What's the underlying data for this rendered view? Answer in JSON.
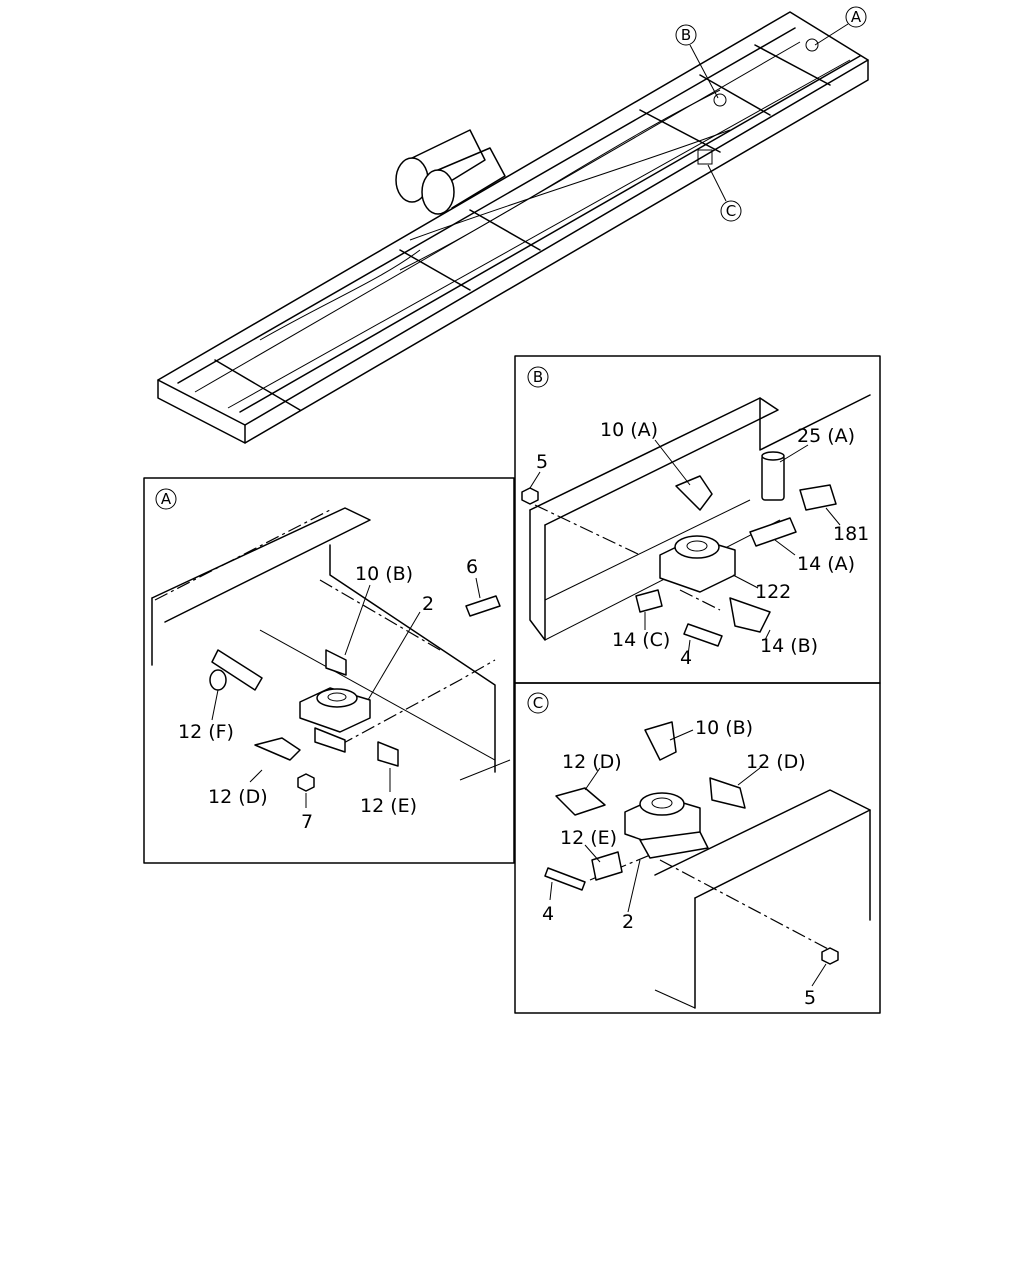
{
  "callouts": {
    "a": "A",
    "b": "B",
    "c": "C"
  },
  "panel_a": {
    "tag": "A",
    "labels": {
      "l1": "10 (B)",
      "l2": "2",
      "l3": "6",
      "l4": "12 (F)",
      "l5": "12 (D)",
      "l6": "7",
      "l7": "12 (E)"
    }
  },
  "panel_b": {
    "tag": "B",
    "labels": {
      "l1": "10 (A)",
      "l2": "25 (A)",
      "l3": "5",
      "l4": "181",
      "l5": "14 (A)",
      "l6": "122",
      "l7": "14 (C)",
      "l8": "4",
      "l9": "14 (B)"
    }
  },
  "panel_c": {
    "tag": "C",
    "labels": {
      "l1": "10 (B)",
      "l2": "12 (D)",
      "l3": "12 (D)",
      "l4": "12 (E)",
      "l5": "4",
      "l6": "2",
      "l7": "5"
    }
  }
}
